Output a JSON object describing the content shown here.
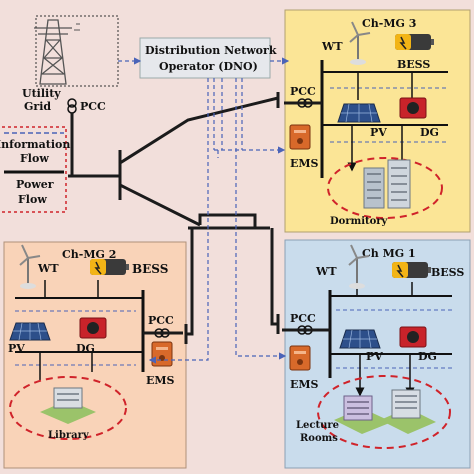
{
  "labels": {
    "utility_grid_line1": "Utility",
    "utility_grid_line2": "Grid",
    "pcc_main": "PCC",
    "dno_line1": "Distribution Network",
    "dno_line2": "Operator (DNO)",
    "legend_info_line1": "Information",
    "legend_info_line2": "Flow",
    "legend_power_line1": "Power",
    "legend_power_line2": "Flow"
  },
  "mg3": {
    "title": "Ch-MG 3",
    "wt": "WT",
    "bess": "BESS",
    "pcc": "PCC",
    "pv": "PV",
    "dg": "DG",
    "ems": "EMS",
    "building": "Dormitory"
  },
  "mg2": {
    "title": "Ch-MG 2",
    "wt": "WT",
    "bess": "BESS",
    "pcc": "PCC",
    "pv": "PV",
    "dg": "DG",
    "ems": "EMS",
    "building": "Library"
  },
  "mg1": {
    "title": "Ch MG 1",
    "wt": "WT",
    "bess": "BESS",
    "pcc": "PCC",
    "pv": "PV",
    "dg": "DG",
    "ems": "EMS",
    "building_line1": "Lecture",
    "building_line2": "Rooms"
  },
  "colors": {
    "background": "#f2dfdb",
    "mg3_fill": "#fbe596",
    "mg2_fill": "#f9d3b8",
    "mg1_fill": "#c9dcec",
    "power_line": "#1b1b1b",
    "info_line": "#4a63b8",
    "ellipse": "#d0232a"
  }
}
